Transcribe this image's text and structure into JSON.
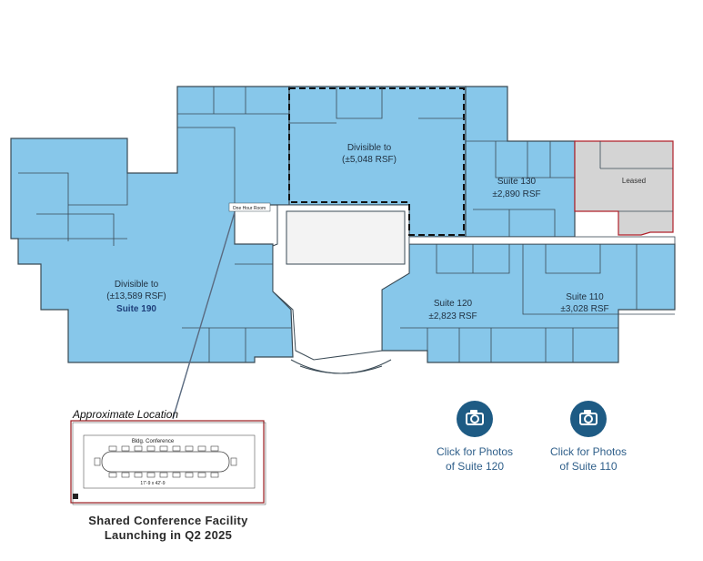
{
  "suites": {
    "divisible_top": {
      "line1": "Divisible to",
      "line2": "(±5,048 RSF)"
    },
    "suite_190": {
      "line1": "Divisible to",
      "line2": "(±13,589 RSF)",
      "name": "Suite 190"
    },
    "suite_130": {
      "name": "Suite 130",
      "size": "±2,890 RSF"
    },
    "suite_120": {
      "name": "Suite 120",
      "size": "±2,823 RSF"
    },
    "suite_110": {
      "name": "Suite 110",
      "size": "±3,028 RSF"
    },
    "leased": {
      "label": "Leased"
    }
  },
  "plan_labels": {
    "one_hour_room": "One Hour Room"
  },
  "conference_inset": {
    "approx_label": "Approximate Location",
    "room_title": "Bldg. Conference",
    "dimensions": "17'-9 x 42'-9"
  },
  "photo_links": [
    {
      "line1": "Click for Photos",
      "line2": "of Suite 120",
      "icon": "camera-icon"
    },
    {
      "line1": "Click for Photos",
      "line2": "of Suite 110",
      "icon": "camera-icon"
    }
  ],
  "caption": {
    "line1": "Shared Conference Facility",
    "line2": "Launching in Q2 2025"
  },
  "colors": {
    "available_suite": "#87c7ea",
    "leased_suite": "#d4d4d4",
    "wall": "#3a4a55",
    "icon_circle": "#1e5b84",
    "link_text": "#2f5f8a",
    "leased_outline": "#b0202a",
    "inset_border": "#9b1c20"
  }
}
